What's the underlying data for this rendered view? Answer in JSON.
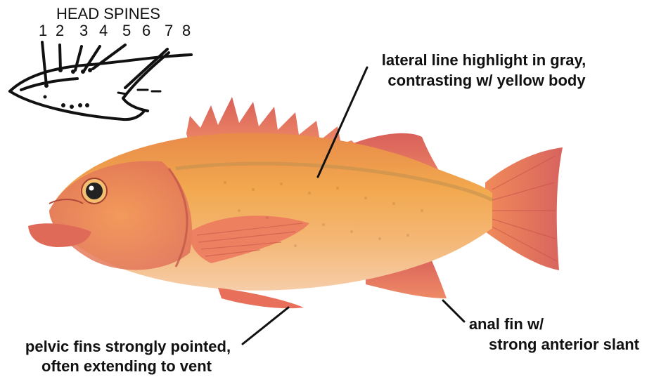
{
  "head_spines": {
    "title": "HEAD SPINES",
    "numbers": [
      "1",
      "2",
      "3",
      "4",
      "5",
      "6",
      "7",
      "8"
    ]
  },
  "annotations": {
    "lateral_line": [
      "lateral line highlight in gray,",
      "contrasting w/ yellow body"
    ],
    "pelvic_fins": [
      "pelvic fins strongly pointed,",
      "often extending to vent"
    ],
    "anal_fin": [
      "anal fin w/",
      "strong anterior slant"
    ]
  },
  "colors": {
    "body": "#f0a048",
    "fins": "#e8705a",
    "belly": "#f6c8a0",
    "lateral_line": "#c09050",
    "ink": "#111111"
  }
}
